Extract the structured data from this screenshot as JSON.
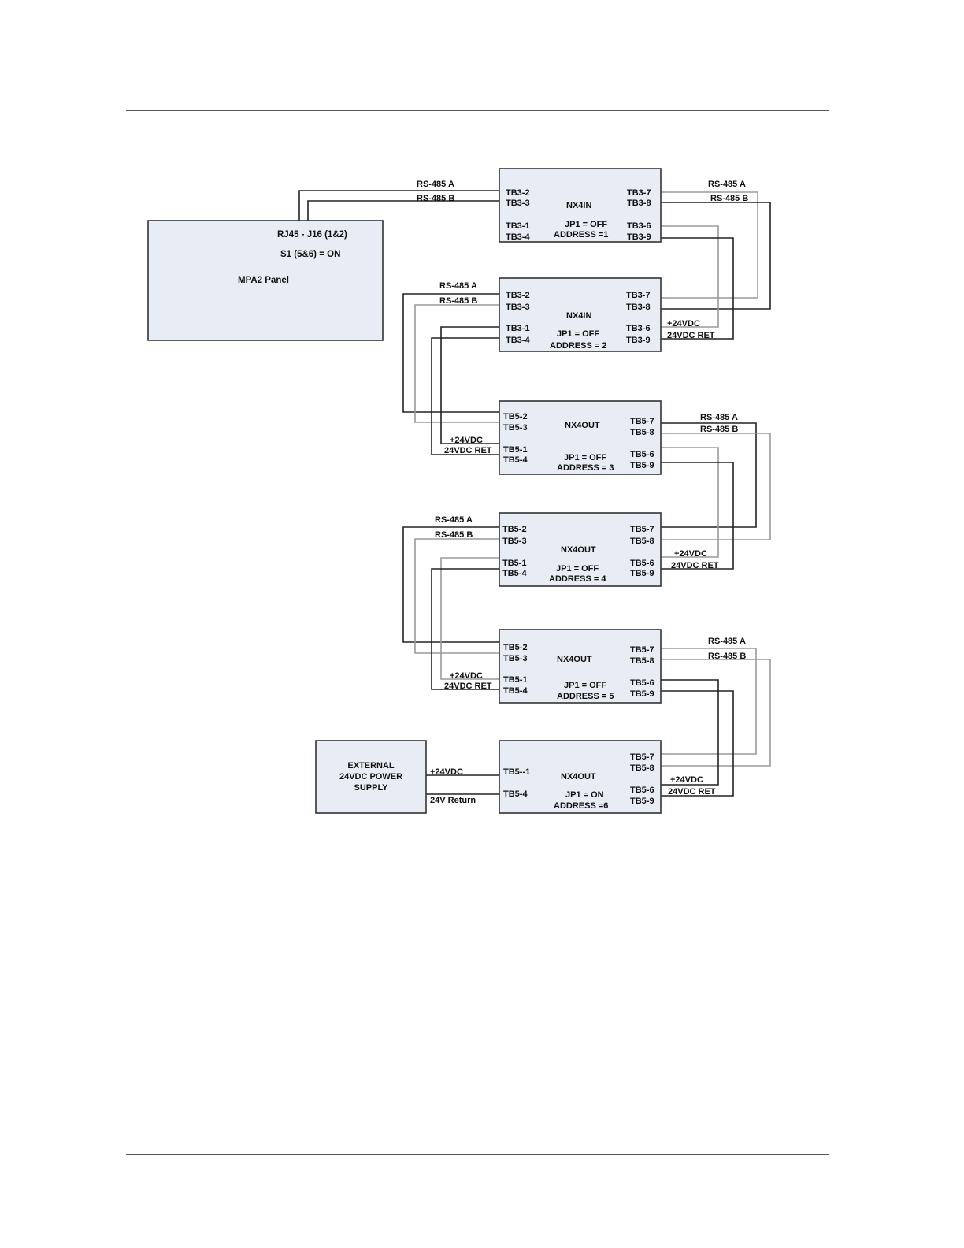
{
  "panel": {
    "name": "MPA2 Panel",
    "port": "RJ45 - J16 (1&2)",
    "switch": "S1 (5&6) = ON"
  },
  "power_supply": {
    "line1": "EXTERNAL",
    "line2": "24VDC POWER",
    "line3": "SUPPLY",
    "plus_label": "+24VDC",
    "return_label": "24V Return"
  },
  "wire_labels": {
    "rs485a": "RS-485 A",
    "rs485b": "RS-485 B",
    "plus24": "+24VDC",
    "ret24": "24VDC RET"
  },
  "modules": [
    {
      "type": "NX4IN",
      "jp1": "JP1 = OFF",
      "address": "ADDRESS =1",
      "left_terms": [
        "TB3-2",
        "TB3-3",
        "TB3-1",
        "TB3-4"
      ],
      "right_terms": [
        "TB3-7",
        "TB3-8",
        "TB3-6",
        "TB3-9"
      ]
    },
    {
      "type": "NX4IN",
      "jp1": "JP1 = OFF",
      "address": "ADDRESS = 2",
      "left_terms": [
        "TB3-2",
        "TB3-3",
        "TB3-1",
        "TB3-4"
      ],
      "right_terms": [
        "TB3-7",
        "TB3-8",
        "TB3-6",
        "TB3-9"
      ]
    },
    {
      "type": "NX4OUT",
      "jp1": "JP1 = OFF",
      "address": "ADDRESS = 3",
      "left_terms": [
        "TB5-2",
        "TB5-3",
        "TB5-1",
        "TB5-4"
      ],
      "right_terms": [
        "TB5-7",
        "TB5-8",
        "TB5-6",
        "TB5-9"
      ]
    },
    {
      "type": "NX4OUT",
      "jp1": "JP1 = OFF",
      "address": "ADDRESS = 4",
      "left_terms": [
        "TB5-2",
        "TB5-3",
        "TB5-1",
        "TB5-4"
      ],
      "right_terms": [
        "TB5-7",
        "TB5-8",
        "TB5-6",
        "TB5-9"
      ]
    },
    {
      "type": "NX4OUT",
      "jp1": "JP1 = OFF",
      "address": "ADDRESS = 5",
      "left_terms": [
        "TB5-2",
        "TB5-3",
        "TB5-1",
        "TB5-4"
      ],
      "right_terms": [
        "TB5-7",
        "TB5-8",
        "TB5-6",
        "TB5-9"
      ]
    },
    {
      "type": "NX4OUT",
      "jp1": "JP1 = ON",
      "address": "ADDRESS =6",
      "left_terms": [
        "TB5--1",
        "TB5-4"
      ],
      "right_terms": [
        "TB5-7",
        "TB5-8",
        "TB5-6",
        "TB5-9"
      ]
    }
  ],
  "colors": {
    "box_fill": "#e8ecf4",
    "wire_dark": "#222222",
    "wire_gray": "#9a9a9a"
  }
}
